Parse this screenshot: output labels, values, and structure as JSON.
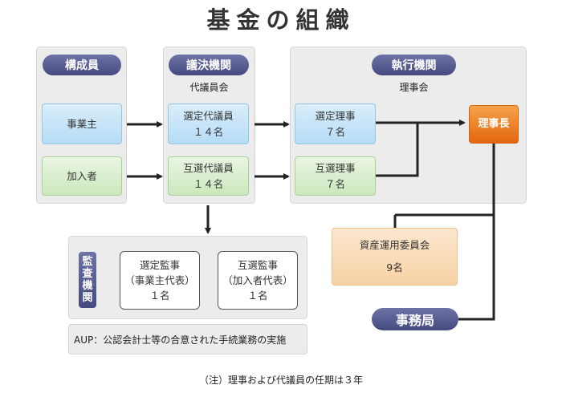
{
  "title": "基金の組織",
  "members": {
    "heading": "構成員",
    "employer": "事業主",
    "participant": "加入者"
  },
  "council": {
    "heading": "議決機関",
    "subtitle": "代議員会",
    "elected_label": "選定代議員",
    "elected_count": "１４名",
    "mutual_label": "互選代議員",
    "mutual_count": "１４名"
  },
  "executive": {
    "heading": "執行機関",
    "subtitle": "理事会",
    "elected_label": "選定理事",
    "elected_count": "７名",
    "mutual_label": "互選理事",
    "mutual_count": "７名",
    "chairman": "理事長"
  },
  "investment_committee": {
    "label": "資産運用委員会",
    "count": "9名"
  },
  "secretariat": "事務局",
  "audit": {
    "heading_chars": [
      "監",
      "査",
      "機",
      "関"
    ],
    "elected_label": "選定監事",
    "elected_rep": "（事業主代表）",
    "elected_count": "１名",
    "mutual_label": "互選監事",
    "mutual_rep": "（加入者代表）",
    "mutual_count": "１名",
    "aup": "AUP：公認会計士等の合意された手続業務の実施"
  },
  "note": "（注）理事および代議員の任期は３年"
}
